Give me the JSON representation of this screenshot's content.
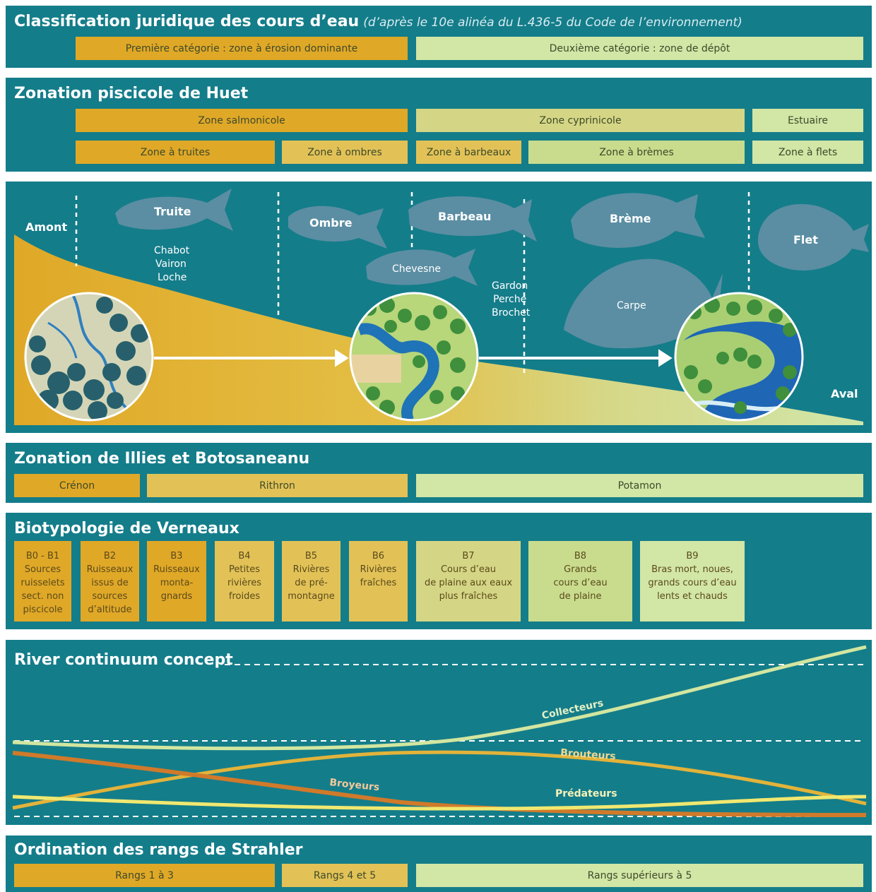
{
  "classification": {
    "title": "Classification juridique des cours d’eau",
    "subtitle": "(d’après le 10e alinéa du L.436-5 du Code de l’environnement)",
    "cat1": "Première catégorie : zone à érosion dominante",
    "cat2": "Deuxième catégorie : zone de dépôt"
  },
  "huet": {
    "title": "Zonation piscicole de Huet",
    "zone_salmonicole": "Zone salmonicole",
    "zone_cyprinicole": "Zone cyprinicole",
    "estuaire": "Estuaire",
    "zone_truites": "Zone à truites",
    "zone_ombres": "Zone à ombres",
    "zone_barbeaux": "Zone à barbeaux",
    "zone_bremes": "Zone à brèmes",
    "zone_flets": "Zone à flets"
  },
  "illustration": {
    "amont": "Amont",
    "aval": "Aval",
    "truite": "Truite",
    "truite_companions": [
      "Chabot",
      "Vairon",
      "Loche"
    ],
    "ombre": "Ombre",
    "barbeau": "Barbeau",
    "chevesne": "Chevesne",
    "barbeau_companions": [
      "Gardon",
      "Perche",
      "Brochet"
    ],
    "breme": "Brème",
    "carpe": "Carpe",
    "flet": "Flet"
  },
  "illies": {
    "title": "Zonation de Illies et Botosaneanu",
    "crenon": "Crénon",
    "rithron": "Rithron",
    "potamon": "Potamon"
  },
  "verneaux": {
    "title": "Biotypologie de Verneaux",
    "items": [
      {
        "lines": [
          "B0 - B1",
          "Sources",
          "ruisselets",
          "sect. non",
          "piscicole"
        ]
      },
      {
        "lines": [
          "B2",
          "Ruisseaux",
          "issus de",
          "sources",
          "d’altitude"
        ]
      },
      {
        "lines": [
          "B3",
          "Ruisseaux",
          "monta-",
          "gnards"
        ]
      },
      {
        "lines": [
          "B4",
          "Petites",
          "rivières",
          "froides"
        ]
      },
      {
        "lines": [
          "B5",
          "Rivières",
          "de pré-",
          "montagne"
        ]
      },
      {
        "lines": [
          "B6",
          "Rivières",
          "fraîches"
        ]
      },
      {
        "lines": [
          "B7",
          "Cours d’eau",
          "de plaine aux eaux",
          "plus fraîches"
        ]
      },
      {
        "lines": [
          "B8",
          "Grands",
          "cours d’eau",
          "de plaine"
        ]
      },
      {
        "lines": [
          "B9",
          "Bras mort, noues,",
          "grands cours d’eau",
          "lents et chauds"
        ]
      }
    ]
  },
  "continuum": {
    "title": "River continuum concept",
    "collecteurs": "Collecteurs",
    "brouteurs": "Brouteurs",
    "broyeurs": "Broyeurs",
    "predateurs": "Prédateurs"
  },
  "strahler": {
    "title": "Ordination des rangs de Strahler",
    "r1": "Rangs 1 à 3",
    "r2": "Rangs 4  et 5",
    "r3": "Rangs supérieurs à 5"
  },
  "colors": {
    "panel": "#147d8a",
    "orange": "#e0a827",
    "yellow": "#e2c257",
    "light_green": "#d2e6a6",
    "fish": "#5b8ea3"
  }
}
